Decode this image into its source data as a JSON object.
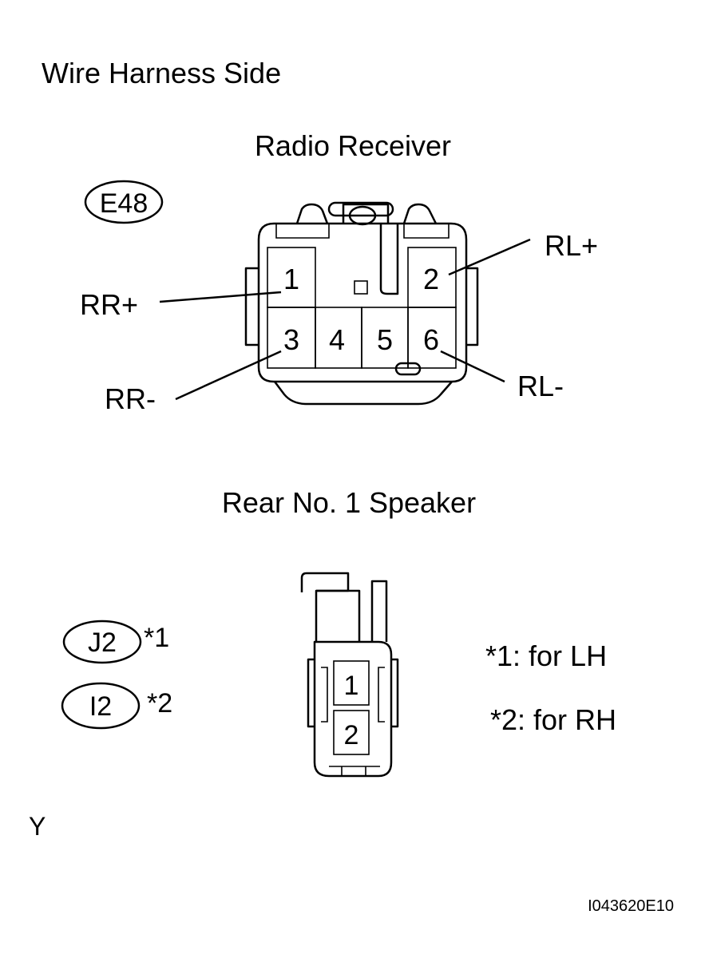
{
  "heading": "Wire Harness Side",
  "radio": {
    "title": "Radio Receiver",
    "code": "E48",
    "pins": [
      "1",
      "2",
      "3",
      "4",
      "5",
      "6"
    ],
    "labels": {
      "rr_plus": "RR+",
      "rl_plus": "RL+",
      "rr_minus": "RR-",
      "rl_minus": "RL-"
    }
  },
  "speaker": {
    "title": "Rear No. 1 Speaker",
    "codes": [
      {
        "code": "J2",
        "note_ref": "*1"
      },
      {
        "code": "I2",
        "note_ref": "*2"
      }
    ],
    "pins": [
      "1",
      "2"
    ],
    "notes": [
      "*1: for LH",
      "*2: for RH"
    ]
  },
  "color_code": "Y",
  "figure_id": "I043620E10"
}
